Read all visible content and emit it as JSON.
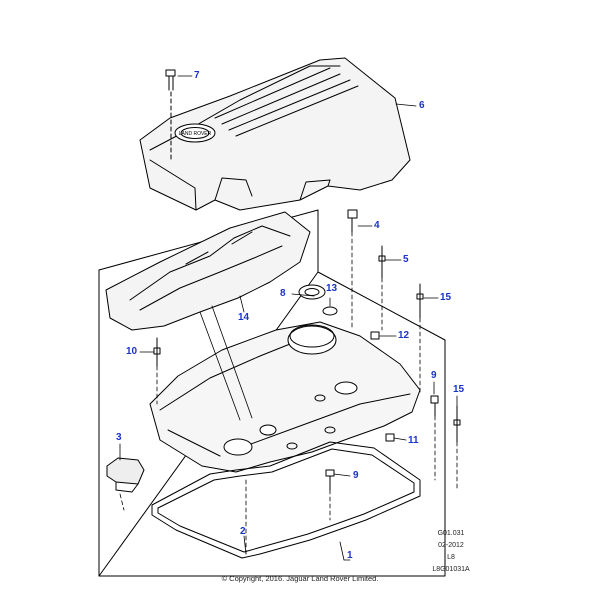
{
  "diagram": {
    "callouts": [
      "1",
      "2",
      "3",
      "4",
      "5",
      "6",
      "7",
      "8",
      "9",
      "9",
      "10",
      "11",
      "12",
      "13",
      "14",
      "15",
      "15"
    ],
    "reference": {
      "code": "G01.031",
      "date": "02-2012",
      "level": "L8",
      "id": "L8G01031A"
    },
    "copyright": "© Copyright, 2016. Jaguar Land Rover Limited.",
    "badge_text": "LAND ROVER"
  }
}
